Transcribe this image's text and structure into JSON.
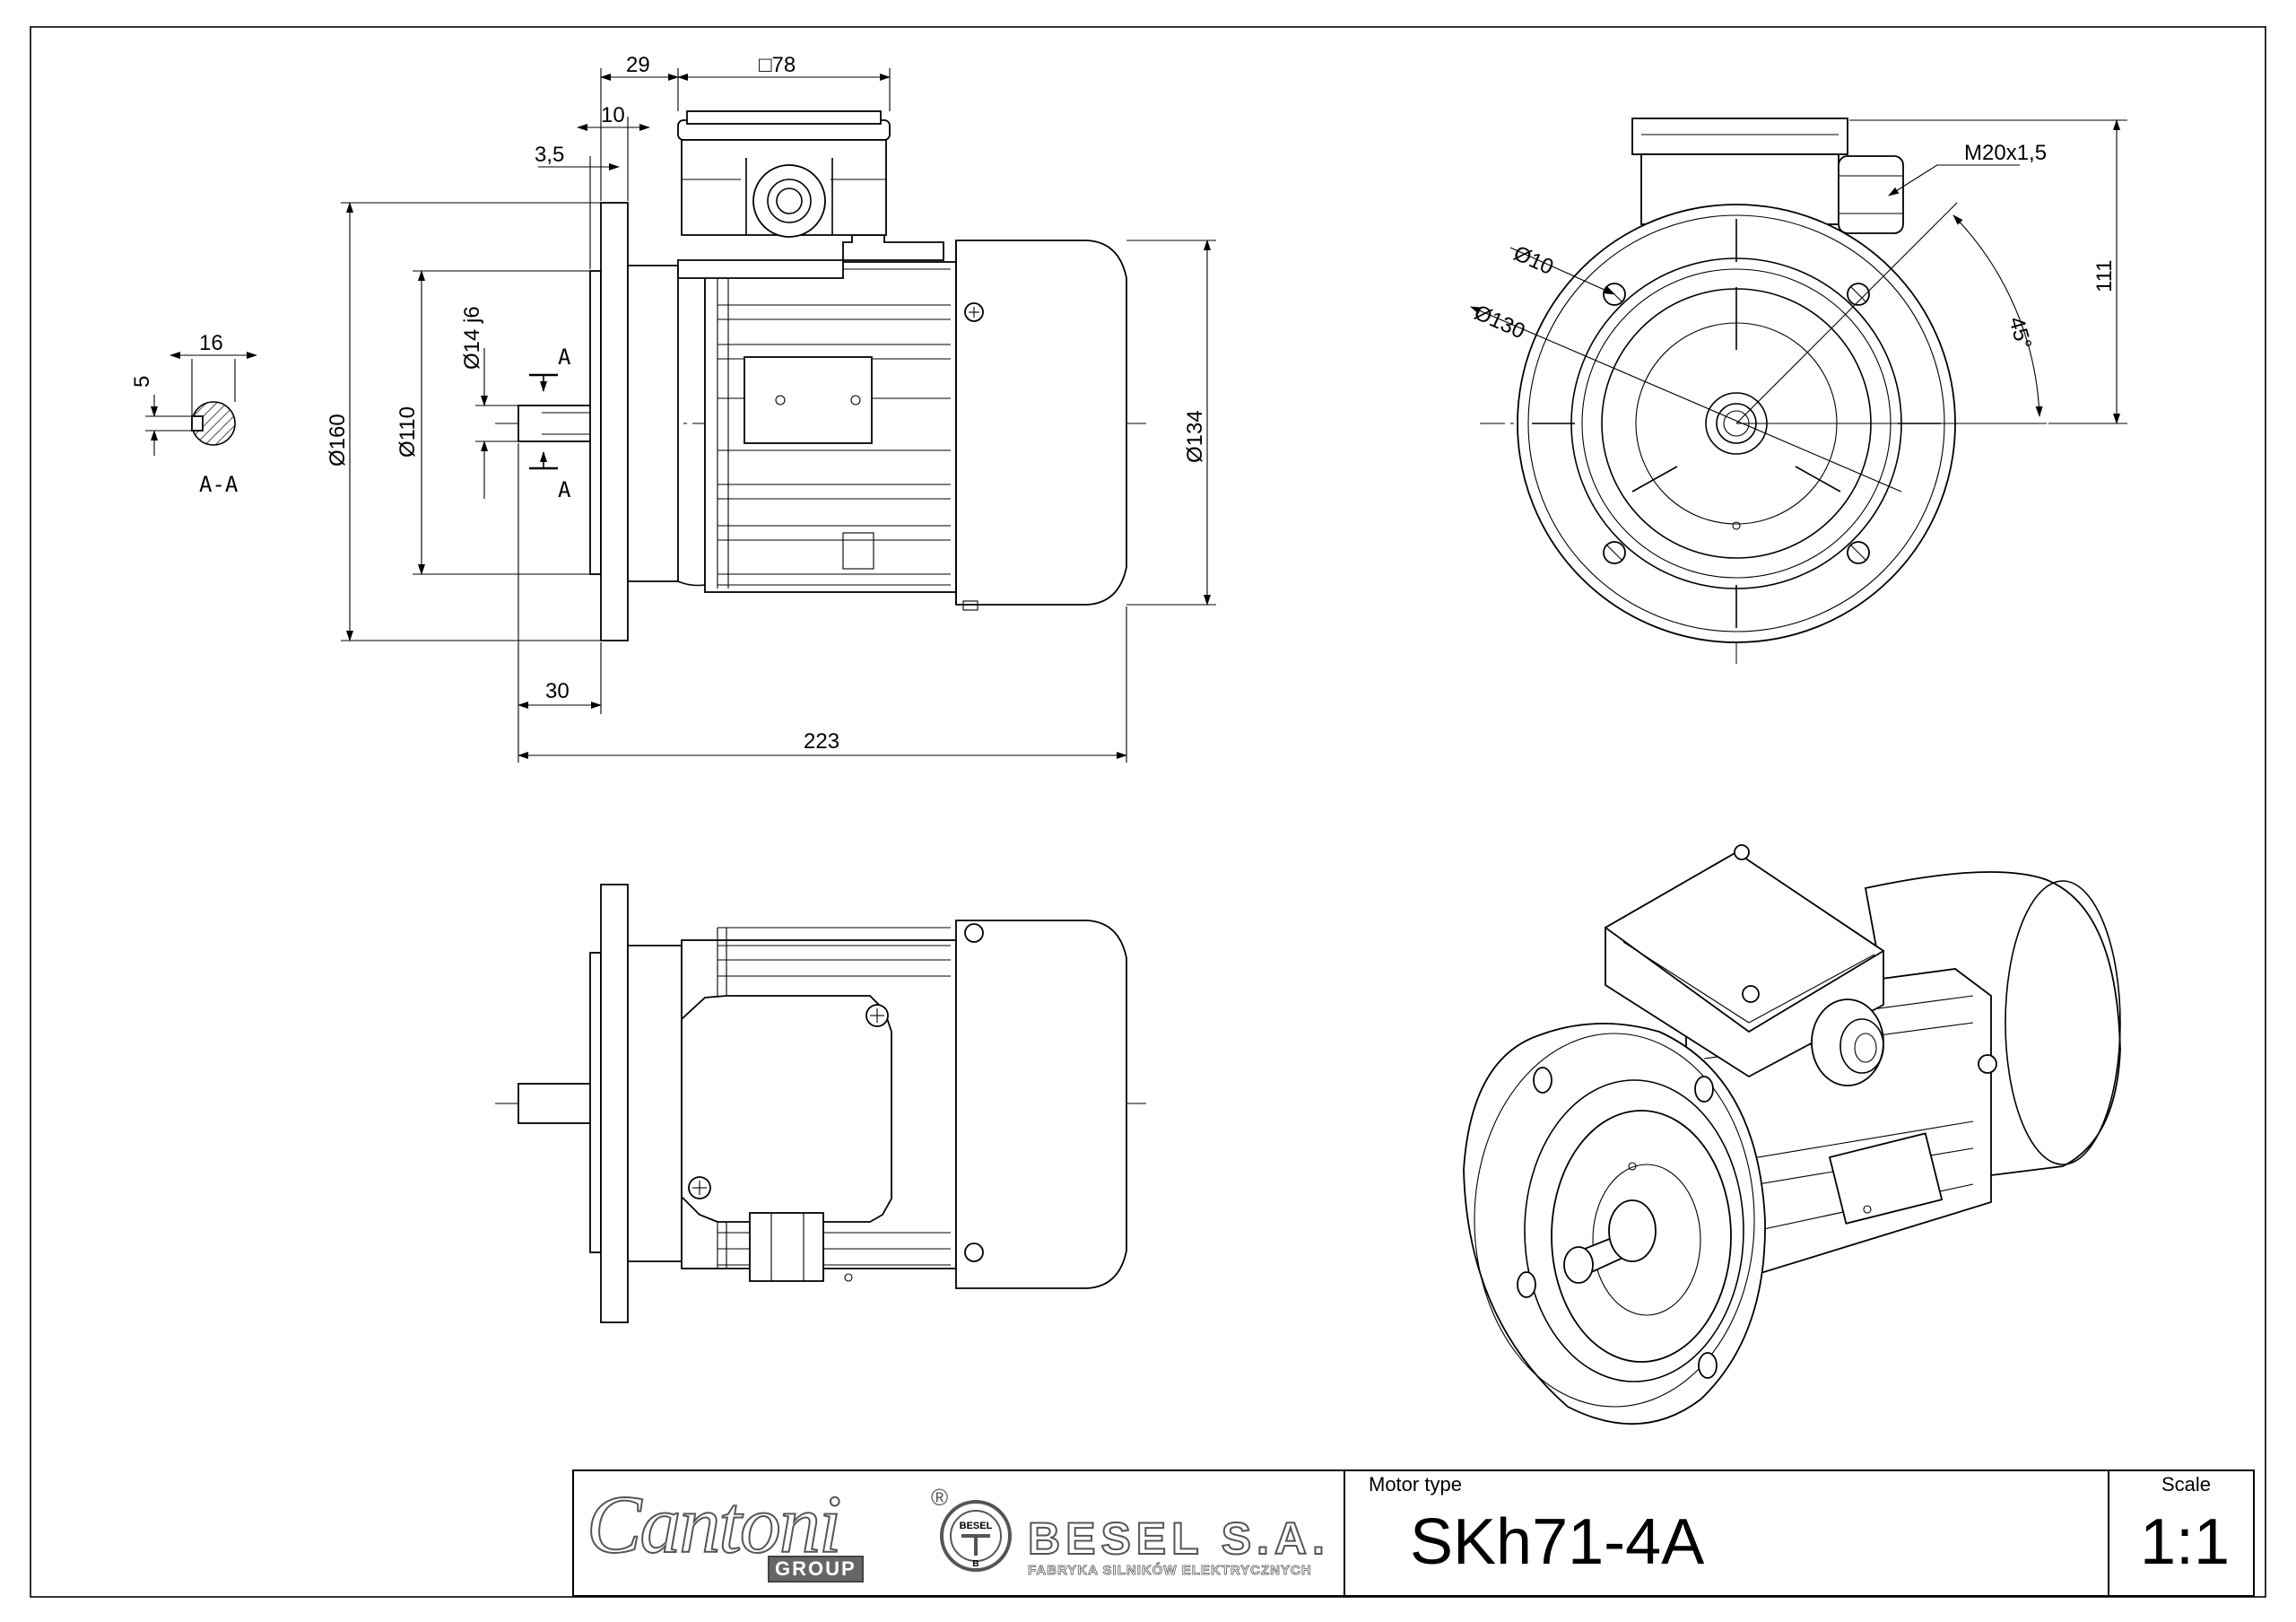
{
  "dimensions": {
    "d29": "29",
    "d78": "□78",
    "d10": "10",
    "d35": "3,5",
    "d160": "Ø160",
    "d110": "Ø110",
    "d14j6": "Ø14 j6",
    "d134": "Ø134",
    "d30": "30",
    "d223": "223",
    "d16": "16",
    "d5": "5",
    "m20": "M20x1,5",
    "dia10": "Ø10",
    "dia130": "Ø130",
    "angle45": "45°",
    "d111": "111"
  },
  "section": {
    "marker_a": "A",
    "label": "A-A"
  },
  "title_block": {
    "motor_type_label": "Motor type",
    "motor_type_value": "SKh71-4A",
    "scale_label": "Scale",
    "scale_value": "1:1"
  },
  "logos": {
    "cantoni": "Cantoni",
    "cantoni_group": "GROUP",
    "registered": "®",
    "besel": "BESEL S.A.",
    "besel_sub": "FABRYKA SILNIKÓW ELEKTRYCZNYCH",
    "besel_seal_top": "BESEL",
    "besel_seal_bottom": "B"
  }
}
